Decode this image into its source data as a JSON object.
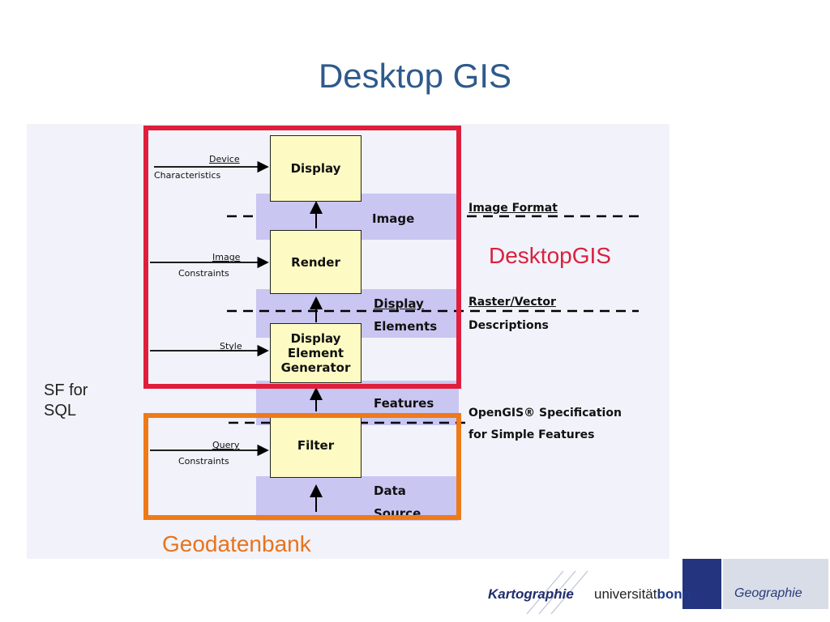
{
  "title": "Desktop GIS",
  "side_label": {
    "line1": "SF for",
    "line2": "SQL"
  },
  "frames": {
    "desktop_label": "DesktopGIS",
    "db_label": "Geodatenbank"
  },
  "boxes": {
    "display": "Display",
    "render": "Render",
    "generator_l1": "Display",
    "generator_l2": "Element",
    "generator_l3": "Generator",
    "filter": "Filter"
  },
  "bands": {
    "image": "Image",
    "display_elements_l1": "Display",
    "display_elements_l2": "Elements",
    "features": "Features",
    "data_source_l1": "Data",
    "data_source_l2": "Source"
  },
  "inputs": {
    "device_l1": "Device",
    "device_l2": "Characteristics",
    "image_l1": "Image",
    "image_l2": "Constraints",
    "style": "Style",
    "query_l1": "Query",
    "query_l2": "Constraints"
  },
  "right_labels": {
    "image_format": "Image Format",
    "raster_l1": "Raster/Vector",
    "raster_l2": "Descriptions",
    "opengis_l1": "OpenGIS® Specification",
    "opengis_l2": "for Simple Features"
  },
  "logo": {
    "kartographie": "Kartographie",
    "universitaet": "universität",
    "bonn": "bonn",
    "geographie": "Geographie"
  }
}
